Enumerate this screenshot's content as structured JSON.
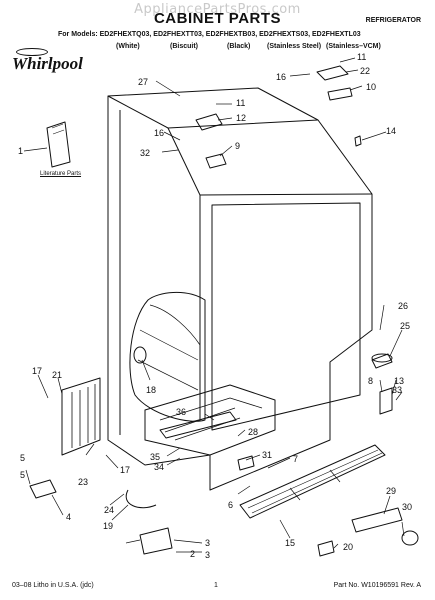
{
  "header": {
    "watermark": "AppliancePartsPros.com",
    "title": "CABINET PARTS",
    "category": "REFRIGERATOR",
    "models_line": "For Models: ED2FHEXTQ03, ED2FHEXTT03, ED2FHEXTB03, ED2FHEXTS03, ED2FHEXTL03",
    "finishes": [
      "(White)",
      "(Biscuit)",
      "(Black)",
      "(Stainless Steel)",
      "(Stainless–VCM)"
    ]
  },
  "brand": {
    "logo_text": "Whirlpool"
  },
  "diagram": {
    "literature_label": "Literature Parts",
    "callouts": [
      "1",
      "2",
      "3",
      "4",
      "5",
      "6",
      "7",
      "8",
      "9",
      "10",
      "11",
      "11",
      "12",
      "13",
      "14",
      "15",
      "16",
      "16",
      "17",
      "17",
      "18",
      "19",
      "20",
      "21",
      "22",
      "23",
      "24",
      "25",
      "26",
      "27",
      "28",
      "29",
      "30",
      "31",
      "32",
      "33",
      "34",
      "35",
      "36",
      "5",
      "3"
    ]
  },
  "footer": {
    "left": "03–08 Litho in U.S.A. (jdc)",
    "center": "1",
    "right": "Part No. W10196591 Rev. A"
  }
}
